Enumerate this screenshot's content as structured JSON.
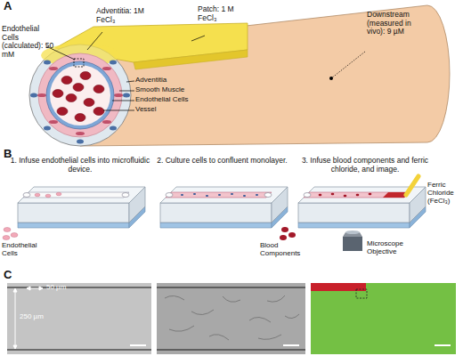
{
  "diagram": {
    "labels": [
      "A",
      "Patch: 1 M FeCl₃",
      "Adventitia: 1M FeCl₃",
      "Endothelial Cells (calculated): 50 mM",
      "Downstream (measured in vivo): 9 µM",
      "Adventitia",
      "Smooth Muscle",
      "Endothelial Cells",
      "Vessel",
      "B",
      "1. Infuse endothelial cells into microfluidic device.",
      "2. Culture cells to confluent monolayer.",
      "3. Infuse blood components and ferric chloride, and image.",
      "Endothelial Cells",
      "Blood Components",
      "Ferric Chloride (FeCl₃)",
      "Microscope Objective",
      "C",
      "50 µm",
      "250 µm"
    ]
  }
}
